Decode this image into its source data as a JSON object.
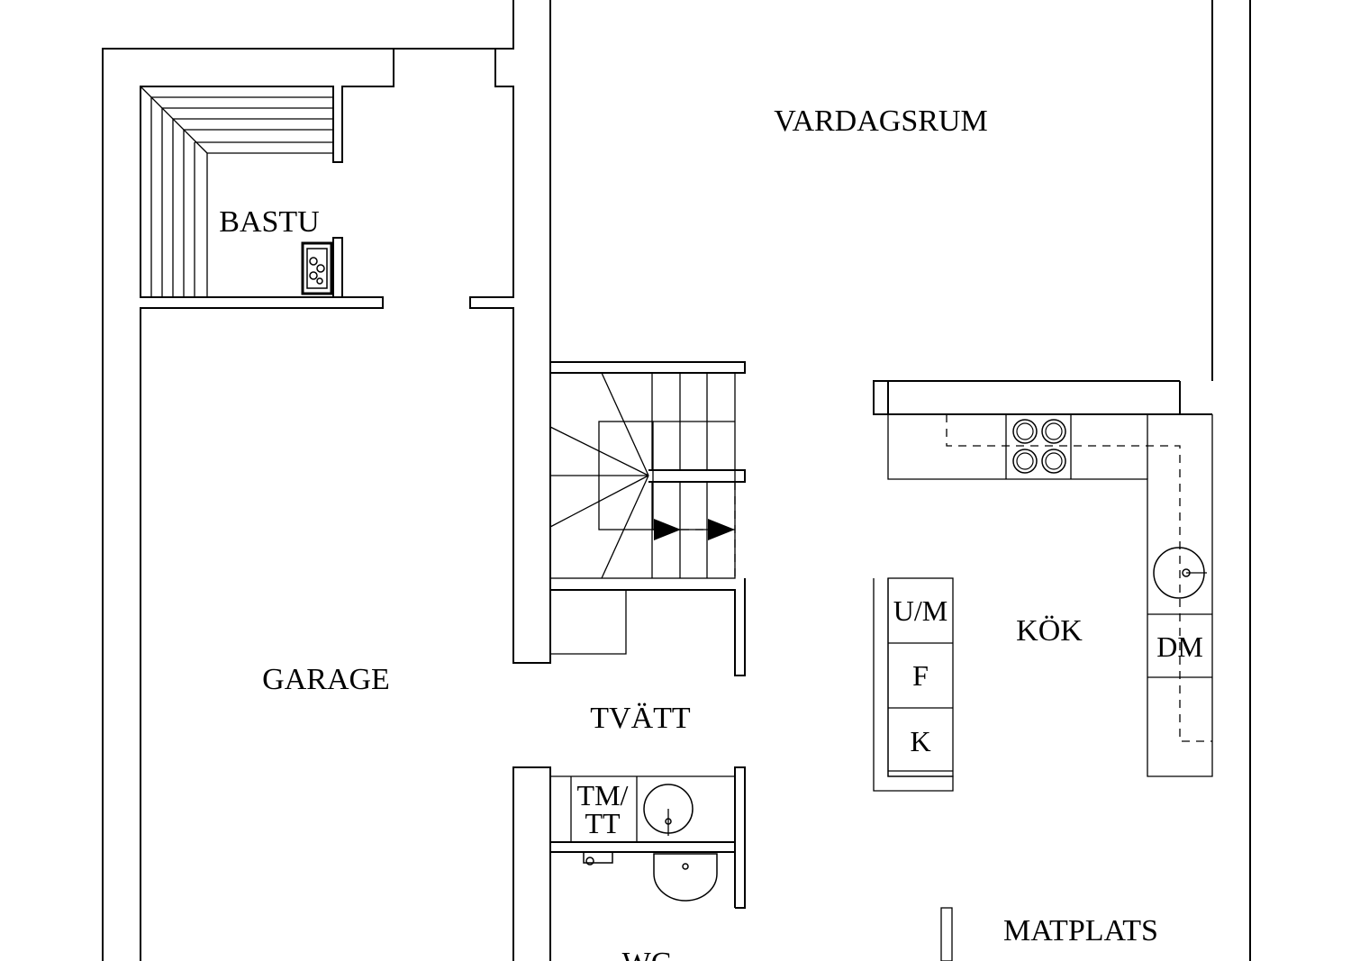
{
  "rooms": {
    "vardagsrum": "VARDAGSRUM",
    "bastu": "BASTU",
    "garage": "GARAGE",
    "tvatt": "TVÄTT",
    "kok": "KÖK",
    "matplats": "MATPLATS",
    "wc": "WC"
  },
  "appliances": {
    "um": "U/M",
    "f": "F",
    "k": "K",
    "dm": "DM",
    "tm": "TM/",
    "tt": "TT"
  },
  "icons": [
    "stove-icon",
    "sink-icon",
    "sauna-heater-icon",
    "toilet-icon",
    "stair-arrow-icon"
  ],
  "colors": {
    "line": "#000000",
    "background": "#ffffff"
  }
}
